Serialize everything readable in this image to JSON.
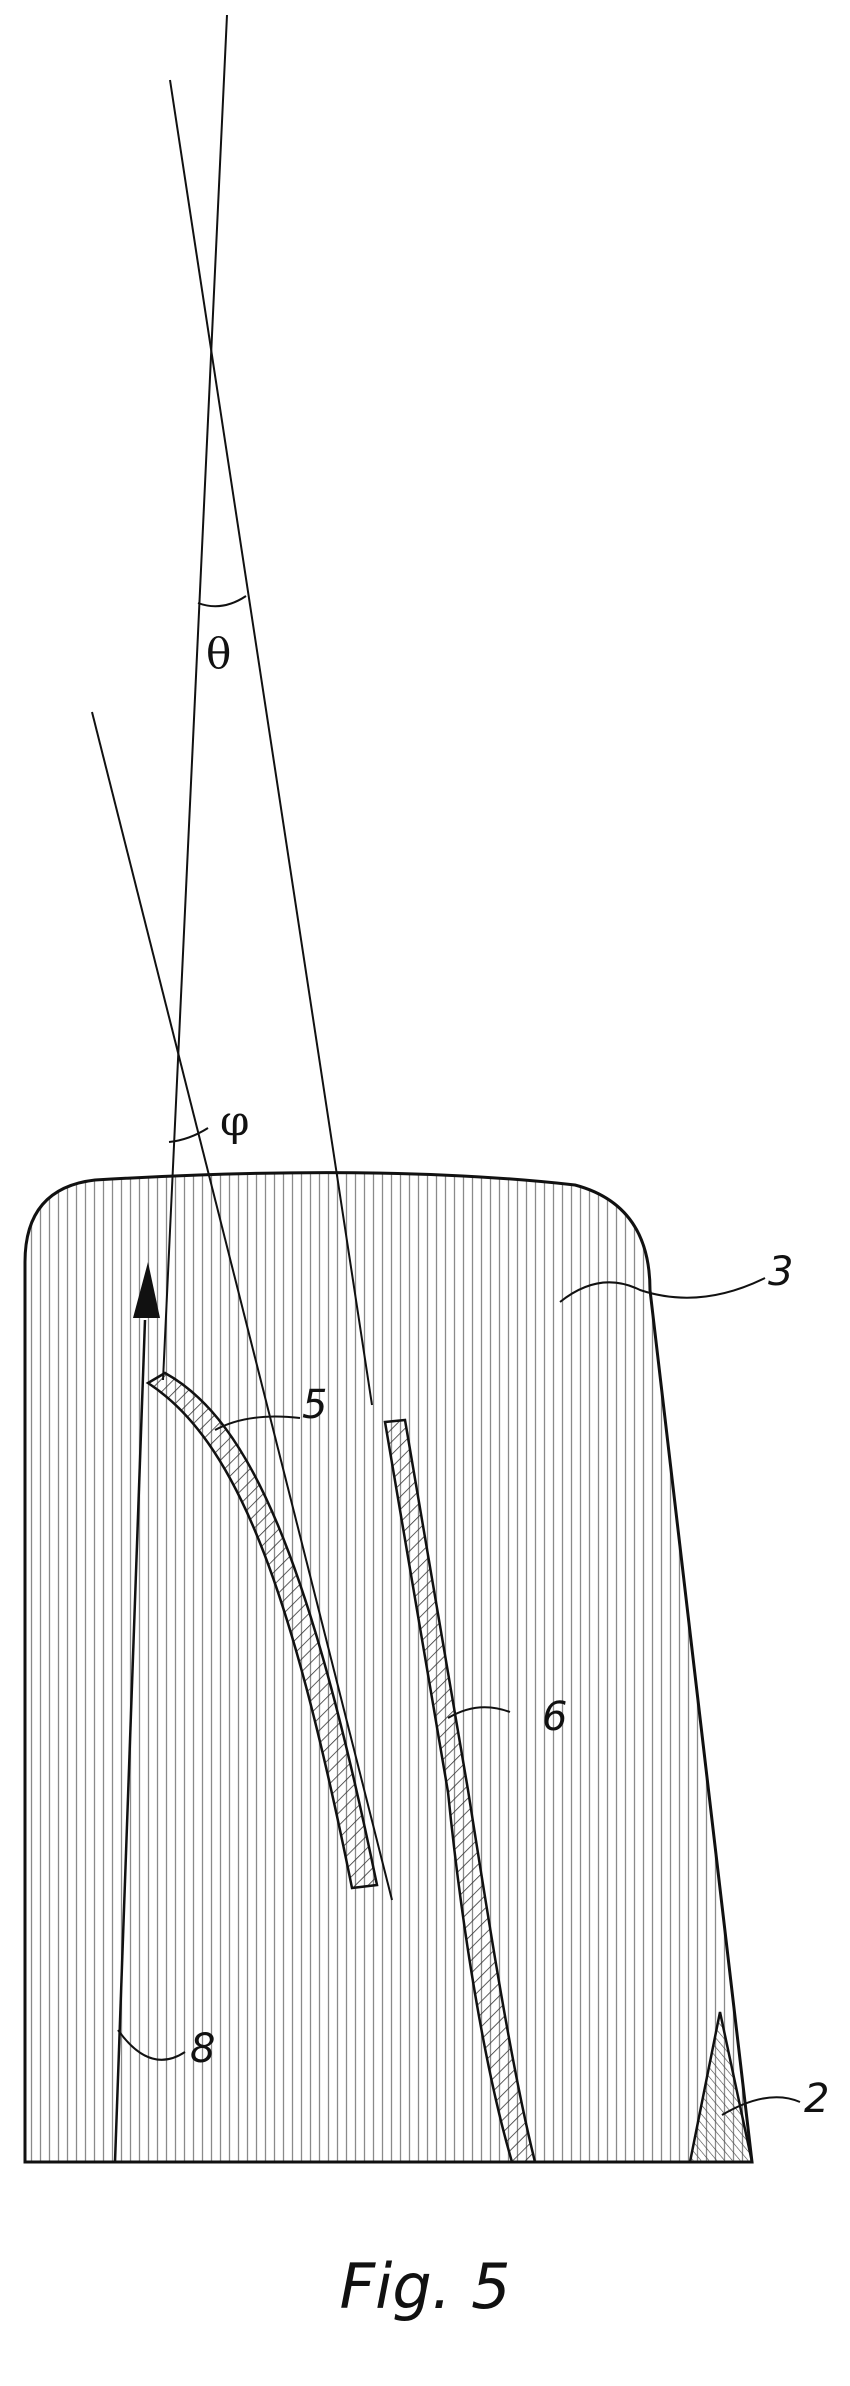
{
  "figure": {
    "caption": "Fig. 5",
    "angles": {
      "theta": "θ",
      "phi": "φ"
    },
    "reference_numerals": {
      "label_5": "5",
      "label_3": "3",
      "label_6": "6",
      "label_8": "8",
      "label_2": "2"
    },
    "colors": {
      "ink": "#111111",
      "hatch": "#8a8a8a",
      "background": "#ffffff"
    }
  }
}
